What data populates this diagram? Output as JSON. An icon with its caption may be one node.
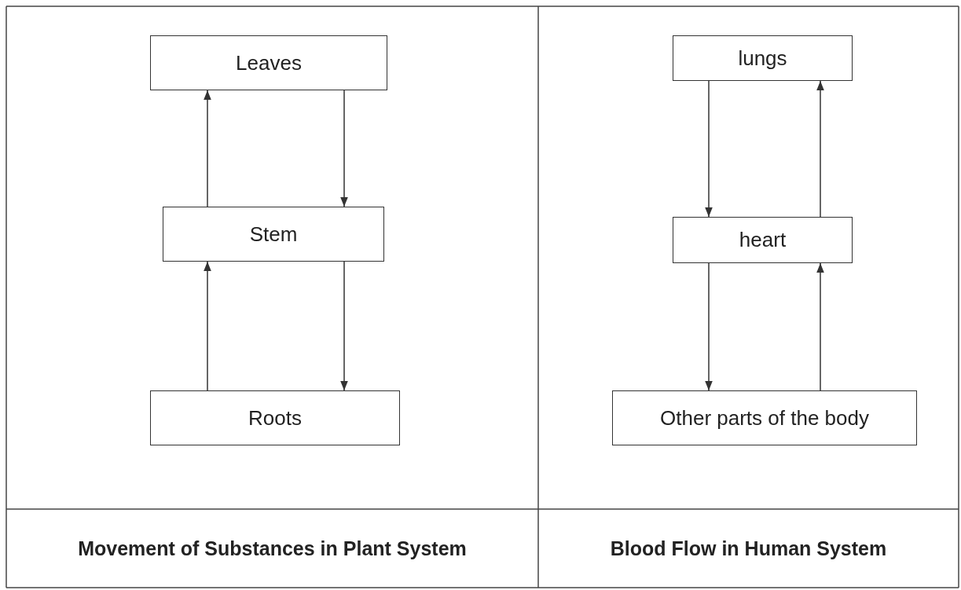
{
  "diagram": {
    "nodes": [
      {
        "text": [
          "Leaves"
        ]
      },
      {
        "text": [
          "Stem"
        ]
      },
      {
        "text": [
          "Roots"
        ]
      },
      {
        "text": [
          "lungs"
        ]
      },
      {
        "text": [
          "heart"
        ]
      },
      {
        "text": [
          "Other parts of the body"
        ]
      }
    ],
    "edges": [
      {
        "from": 1,
        "to": 0,
        "arrow": "to"
      },
      {
        "from": 0,
        "to": 1,
        "arrow": "to"
      },
      {
        "from": 2,
        "to": 1,
        "arrow": "to"
      },
      {
        "from": 1,
        "to": 2,
        "arrow": "to"
      },
      {
        "from": 3,
        "to": 4,
        "arrow": "to"
      },
      {
        "from": 4,
        "to": 3,
        "arrow": "to"
      },
      {
        "from": 4,
        "to": 5,
        "arrow": "to"
      },
      {
        "from": 5,
        "to": 4,
        "arrow": "to"
      }
    ],
    "labels": [
      "Movement of Substances in Plant System",
      "Blood Flow in Human System"
    ]
  }
}
